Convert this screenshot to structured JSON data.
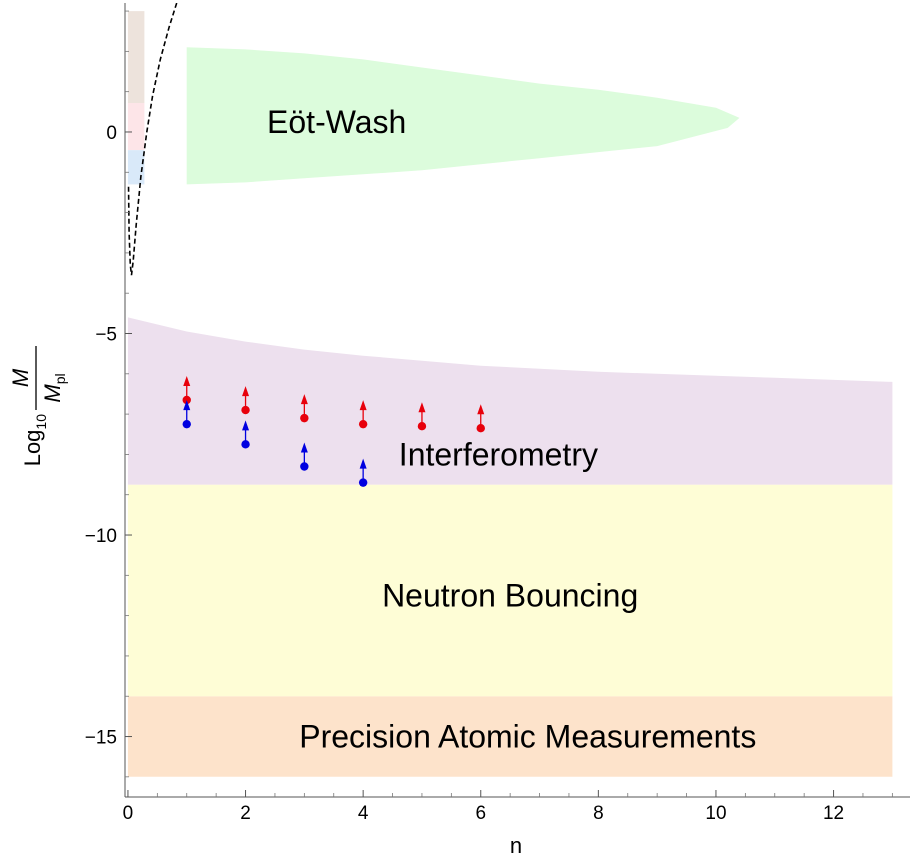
{
  "chart_data": {
    "type": "area",
    "xlabel": "n",
    "ylabel": {
      "prefix": "Log",
      "subscript": "10",
      "numerator": "M",
      "denominator_main": "M",
      "denominator_sub": "pl"
    },
    "xlim": [
      -0.05,
      13.3
    ],
    "ylim": [
      -16.5,
      3.2
    ],
    "xticks": [
      0,
      2,
      4,
      6,
      8,
      10,
      12
    ],
    "yticks": [
      0,
      -5,
      -10,
      -15
    ],
    "ytick_labels": [
      "0",
      "−5",
      "−10",
      "−15"
    ],
    "regions": [
      {
        "label": "Precision Atomic Measurements",
        "color": "#fde3cb",
        "label_at": [
          6.8,
          -15.0
        ],
        "polygon": [
          [
            0,
            -16
          ],
          [
            13,
            -16
          ],
          [
            13,
            -14
          ],
          [
            0,
            -14
          ]
        ]
      },
      {
        "label": "Neutron Bouncing",
        "color": "#fefdd6",
        "label_at": [
          6.5,
          -11.5
        ],
        "polygon": [
          [
            0,
            -14
          ],
          [
            13,
            -14
          ],
          [
            13,
            -8.75
          ],
          [
            0,
            -8.75
          ]
        ]
      },
      {
        "label": "Interferometry",
        "color": "#ede0ee",
        "label_at": [
          6.3,
          -8.0
        ],
        "polygon": [
          [
            0,
            -8.75
          ],
          [
            13,
            -8.75
          ],
          [
            13,
            -6.2
          ],
          [
            11,
            -6.1
          ],
          [
            8,
            -5.95
          ],
          [
            6,
            -5.8
          ],
          [
            4,
            -5.55
          ],
          [
            3,
            -5.4
          ],
          [
            2,
            -5.2
          ],
          [
            1,
            -4.95
          ],
          [
            0,
            -4.6
          ]
        ]
      },
      {
        "label": "Eöt-Wash",
        "color": "#dcfcdc",
        "label_at": [
          3.55,
          0.25
        ],
        "polygon": [
          [
            1,
            2.1
          ],
          [
            2,
            2.05
          ],
          [
            3,
            1.95
          ],
          [
            4,
            1.8
          ],
          [
            5,
            1.6
          ],
          [
            6,
            1.4
          ],
          [
            7,
            1.2
          ],
          [
            8,
            1.05
          ],
          [
            9,
            0.85
          ],
          [
            10,
            0.6
          ],
          [
            10.4,
            0.35
          ],
          [
            10.2,
            0.1
          ],
          [
            9,
            -0.35
          ],
          [
            8,
            -0.5
          ],
          [
            7,
            -0.65
          ],
          [
            6,
            -0.8
          ],
          [
            5,
            -0.95
          ],
          [
            4,
            -1.05
          ],
          [
            3,
            -1.15
          ],
          [
            2,
            -1.25
          ],
          [
            1,
            -1.3
          ]
        ]
      },
      {
        "label": "",
        "color": "#ede3dc",
        "polygon": [
          [
            0,
            3.0
          ],
          [
            0.28,
            3.0
          ],
          [
            0.28,
            0.72
          ],
          [
            0,
            0.72
          ]
        ]
      },
      {
        "label": "",
        "color": "#fde5e8",
        "polygon": [
          [
            0,
            0.72
          ],
          [
            0.28,
            0.72
          ],
          [
            0.28,
            -0.45
          ],
          [
            0,
            -0.45
          ]
        ]
      },
      {
        "label": "",
        "color": "#d9e9f9",
        "polygon": [
          [
            0,
            -0.45
          ],
          [
            0.28,
            -0.45
          ],
          [
            0.28,
            -1.3
          ],
          [
            0,
            -1.3
          ]
        ]
      }
    ],
    "boundary_curve": {
      "style": "dashed",
      "color": "#000000",
      "points": [
        [
          0.83,
          3.2
        ],
        [
          0.7,
          2.6
        ],
        [
          0.55,
          1.8
        ],
        [
          0.42,
          0.9
        ],
        [
          0.32,
          0.0
        ],
        [
          0.22,
          -1.1
        ],
        [
          0.14,
          -2.3
        ],
        [
          0.09,
          -3.2
        ],
        [
          0.06,
          -3.55
        ],
        [
          0.04,
          -3.3
        ],
        [
          0.02,
          -2.5
        ],
        [
          0.01,
          -1.3
        ]
      ]
    },
    "series": [
      {
        "color": "#e8000b",
        "marker": "point-with-up-arrow",
        "x": [
          1,
          2,
          3,
          4,
          5,
          6
        ],
        "y": [
          -6.65,
          -6.9,
          -7.1,
          -7.25,
          -7.3,
          -7.35
        ]
      },
      {
        "color": "#0000e0",
        "marker": "point-with-up-arrow",
        "x": [
          1,
          2,
          3,
          4
        ],
        "y": [
          -7.25,
          -7.75,
          -8.3,
          -8.7
        ]
      }
    ]
  }
}
